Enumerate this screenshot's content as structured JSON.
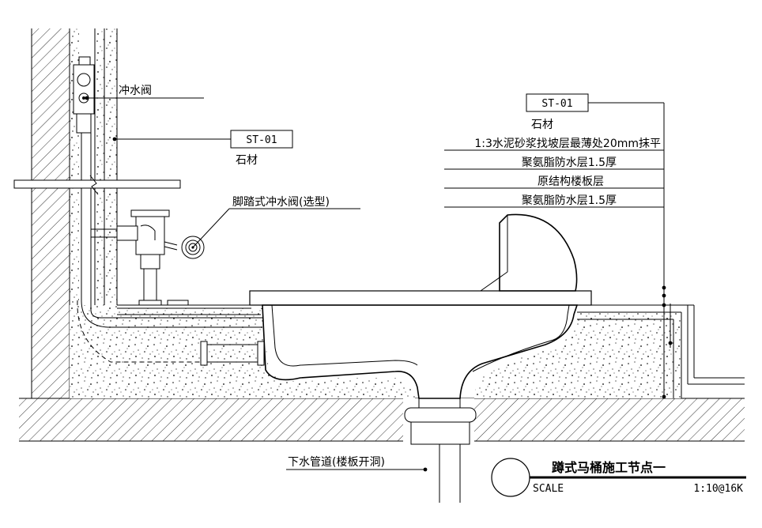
{
  "labels": {
    "flush_valve": "冲水阀",
    "stone_code_left": "ST-01",
    "stone_left": "石材",
    "foot_valve": "脚踏式冲水阀(选型)",
    "stone_code_right": "ST-01",
    "stone_right": "石材",
    "mortar_layer": "1:3水泥砂浆找坡层最薄处20mm抹平",
    "waterproof_1": "聚氨脂防水层1.5厚",
    "structure_slab": "原结构楼板层",
    "waterproof_2": "聚氨脂防水层1.5厚",
    "drain_pipe": "下水管道(楼板开洞)"
  },
  "title_block": {
    "title": "蹲式马桶施工节点一",
    "scale_label": "SCALE",
    "scale_value": "1:10@16K"
  },
  "colors": {
    "line": "#000000",
    "watermark": "#d9d9d9"
  }
}
